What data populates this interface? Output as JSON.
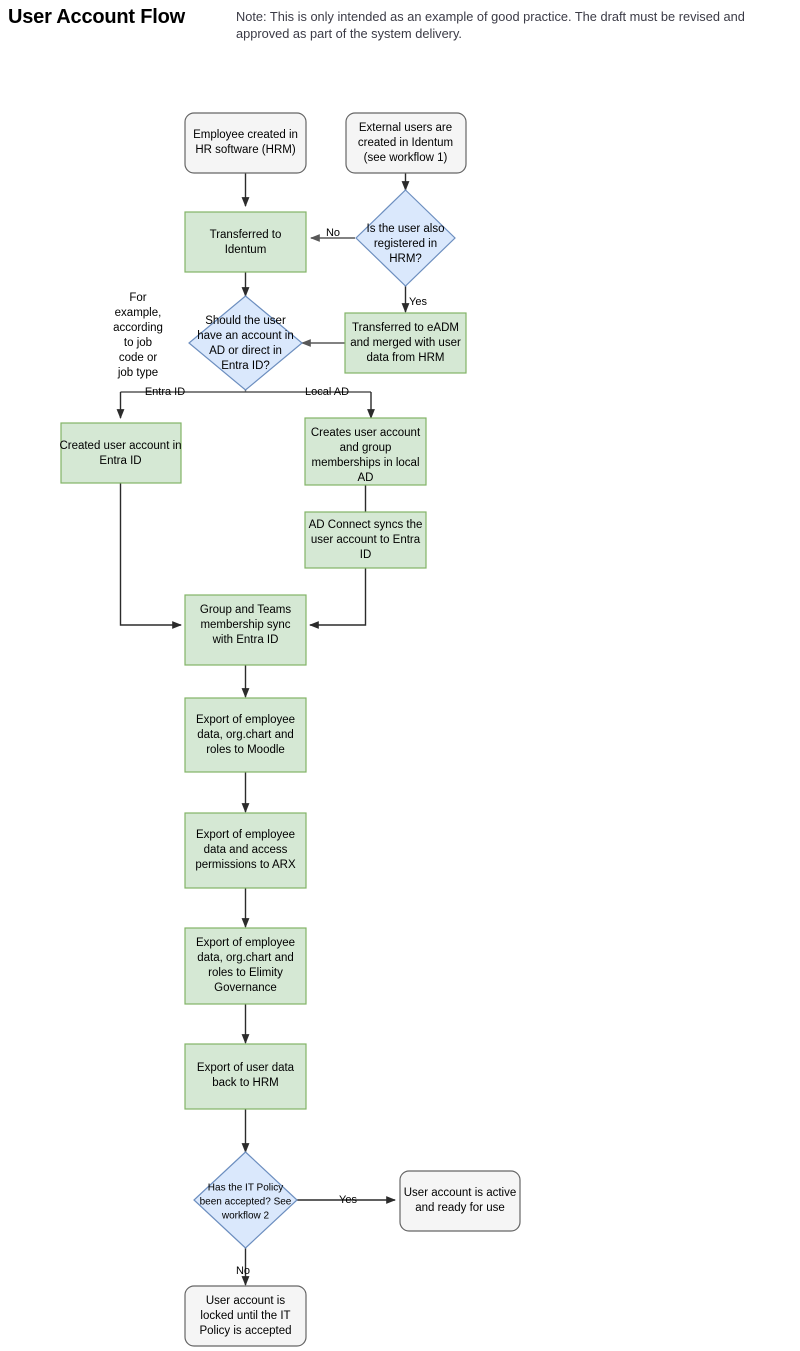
{
  "header": {
    "title": "User Account Flow",
    "note": "Note: This is only intended as an example of good practice. The draft must be revised and approved as part of the system delivery."
  },
  "colors": {
    "process_fill": "#d5e8d4",
    "process_stroke": "#82b366",
    "decision_fill": "#dae8fc",
    "decision_stroke": "#6c8ebf",
    "terminal_fill": "#f5f5f5",
    "terminal_stroke": "#666666",
    "edge": "#2b2b2b"
  },
  "diagram": {
    "type": "flowchart",
    "nodes": [
      {
        "id": "employee-created",
        "shape": "rounded-rect",
        "style": "terminal",
        "lines": [
          "Employee created in",
          "HR software (HRM)"
        ]
      },
      {
        "id": "external-users",
        "shape": "rounded-rect",
        "style": "terminal",
        "lines": [
          "External users are",
          "created in Identum",
          "(see workflow 1)"
        ]
      },
      {
        "id": "transferred-identum",
        "shape": "rect",
        "style": "process",
        "lines": [
          "Transferred to",
          "Identum"
        ]
      },
      {
        "id": "is-user-registered-hrm",
        "shape": "diamond",
        "style": "decision",
        "lines": [
          "Is the user also",
          "registered in",
          "HRM?"
        ]
      },
      {
        "id": "transferred-eadm",
        "shape": "rect",
        "style": "process",
        "lines": [
          "Transferred to eADM",
          "and merged with user",
          "data from HRM"
        ]
      },
      {
        "id": "should-user-have-account",
        "shape": "diamond",
        "style": "decision",
        "lines": [
          "Should the user",
          "have an account in",
          "AD or direct in",
          "Entra ID?"
        ]
      },
      {
        "id": "created-account-entra",
        "shape": "rect",
        "style": "process",
        "lines": [
          "Created user account in",
          "Entra ID"
        ]
      },
      {
        "id": "creates-account-local-ad",
        "shape": "rect",
        "style": "process",
        "lines": [
          "Creates user account",
          "and group",
          "memberships in local",
          "AD"
        ]
      },
      {
        "id": "ad-connect-sync",
        "shape": "rect",
        "style": "process",
        "lines": [
          "AD Connect syncs the",
          "user account to Entra",
          "ID"
        ]
      },
      {
        "id": "group-teams-sync",
        "shape": "rect",
        "style": "process",
        "lines": [
          "Group and Teams",
          "membership sync",
          "with Entra ID"
        ]
      },
      {
        "id": "export-moodle",
        "shape": "rect",
        "style": "process",
        "lines": [
          "Export of employee",
          "data, org.chart and",
          "roles to Moodle"
        ]
      },
      {
        "id": "export-arx",
        "shape": "rect",
        "style": "process",
        "lines": [
          "Export of employee",
          "data and access",
          "permissions to ARX"
        ]
      },
      {
        "id": "export-elimity",
        "shape": "rect",
        "style": "process",
        "lines": [
          "Export of employee",
          "data, org.chart and",
          "roles to Elimity",
          "Governance"
        ]
      },
      {
        "id": "export-hrm",
        "shape": "rect",
        "style": "process",
        "lines": [
          "Export of user data",
          "back to HRM"
        ]
      },
      {
        "id": "it-policy-accepted",
        "shape": "diamond",
        "style": "decision",
        "lines": [
          "Has the IT Policy",
          "been accepted? See",
          "workflow 2"
        ]
      },
      {
        "id": "account-active",
        "shape": "rounded-rect",
        "style": "terminal",
        "lines": [
          "User account is active",
          "and ready for use"
        ]
      },
      {
        "id": "account-locked",
        "shape": "rounded-rect",
        "style": "terminal",
        "lines": [
          "User account is",
          "locked until the IT",
          "Policy is accepted"
        ]
      }
    ],
    "edge_labels": {
      "no_hrm": "No",
      "yes_hrm": "Yes",
      "entra_id": "Entra ID",
      "local_ad": "Local AD",
      "yes_policy": "Yes",
      "no_policy": "No"
    },
    "annotations": {
      "job_code_note": [
        "For",
        "example,",
        "according",
        "to job",
        "code or",
        "job type"
      ]
    }
  }
}
